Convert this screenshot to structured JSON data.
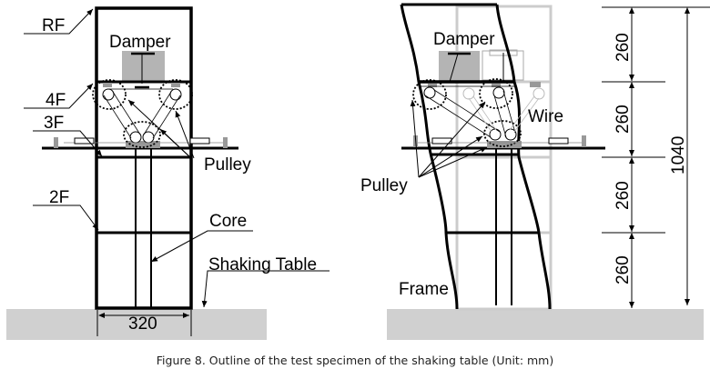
{
  "caption": "Figure 8. Outline of the test specimen of the shaking table (Unit: mm)",
  "left_view": {
    "labels": {
      "rf": "RF",
      "damper": "Damper",
      "f4": "4F",
      "f3": "3F",
      "pulley": "Pulley",
      "f2": "2F",
      "core": "Core",
      "shaking_table": "Shaking Table"
    },
    "width_dimension": "320"
  },
  "right_view": {
    "labels": {
      "damper": "Damper",
      "wire": "Wire",
      "pulley": "Pulley",
      "frame": "Frame"
    },
    "story_heights": [
      "260",
      "260",
      "260",
      "260"
    ],
    "total_height": "1040"
  },
  "colors": {
    "ground": "#d0d0d0",
    "damper_block": "#b4b4b4",
    "ghost_frame": "#cccccc",
    "line": "#000000"
  }
}
